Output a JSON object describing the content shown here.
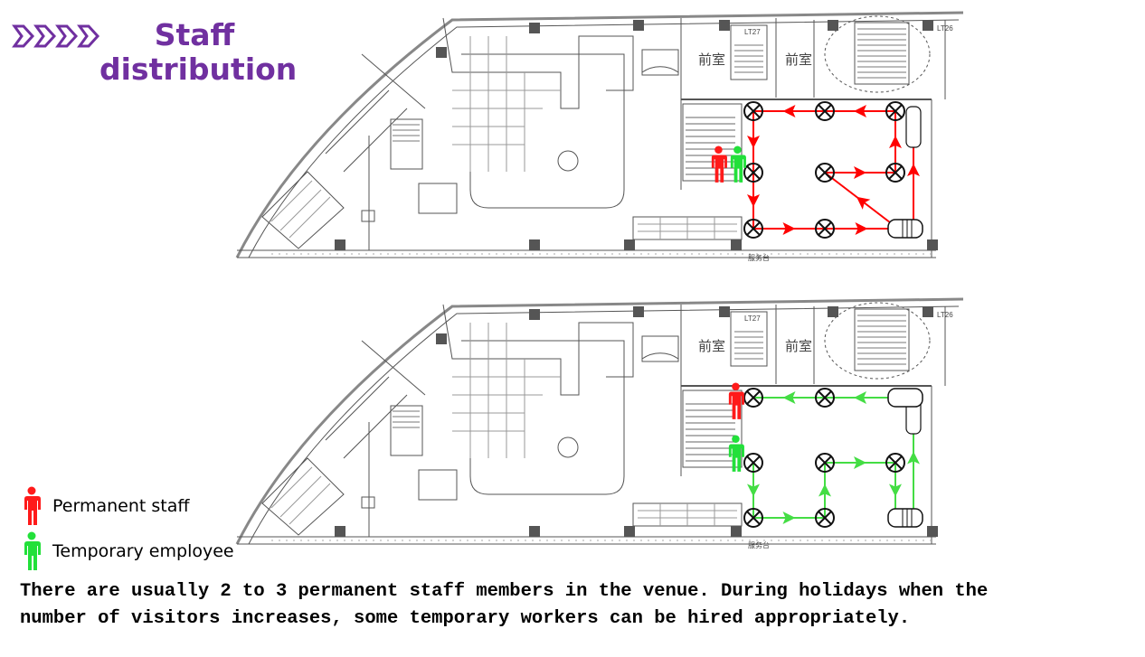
{
  "title": {
    "line1": "Staff",
    "line2": "distribution"
  },
  "colors": {
    "accent": "#7030a0",
    "permanent": "#ff1a1a",
    "temporary": "#22e03a",
    "route_top": "#ff0000",
    "route_bottom": "#44dd44"
  },
  "plan_labels": {
    "anteroom": "前室",
    "service_desk": "服务台",
    "stair": "LT27",
    "lift": "LT26"
  },
  "legend": [
    {
      "label": "Permanent staff",
      "icon": "person-icon-red"
    },
    {
      "label": "Temporary employee",
      "icon": "person-icon-green"
    }
  ],
  "caption": {
    "line1": "There are usually 2 to 3 permanent staff members in the venue. During holidays when the",
    "line2": "number of visitors increases, some temporary workers can be hired appropriately."
  }
}
